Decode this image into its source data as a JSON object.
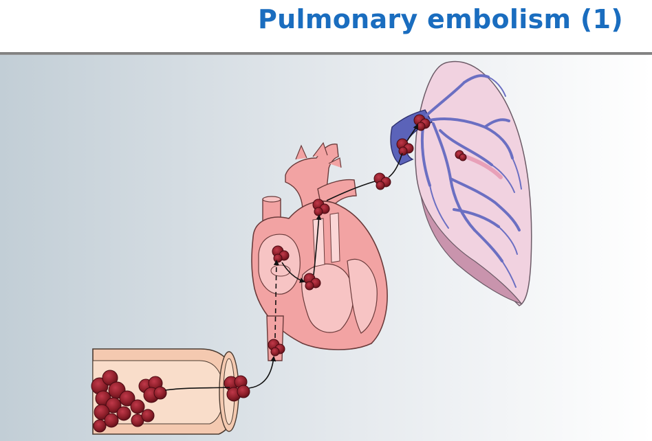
{
  "slide": {
    "title": "Pulmonary embolism (1)"
  },
  "colors": {
    "title": "#1a6dbf",
    "background_left": "#c2ced6",
    "background_right": "#ffffff",
    "clot": "#8e1f2a",
    "heart": "#f2a3a3",
    "lung": "#f1d2e0",
    "pulmonary_vessel": "#6b6fc2",
    "vein_wall": "#f4c9b0"
  },
  "diagram": {
    "components": [
      "deep-vein",
      "vena-cava",
      "heart",
      "pulmonary-artery",
      "lung"
    ],
    "flow_path": [
      "deep-vein-thrombus",
      "vena-cava",
      "right-atrium",
      "right-ventricle",
      "pulmonary-artery",
      "lung-arteries"
    ]
  }
}
